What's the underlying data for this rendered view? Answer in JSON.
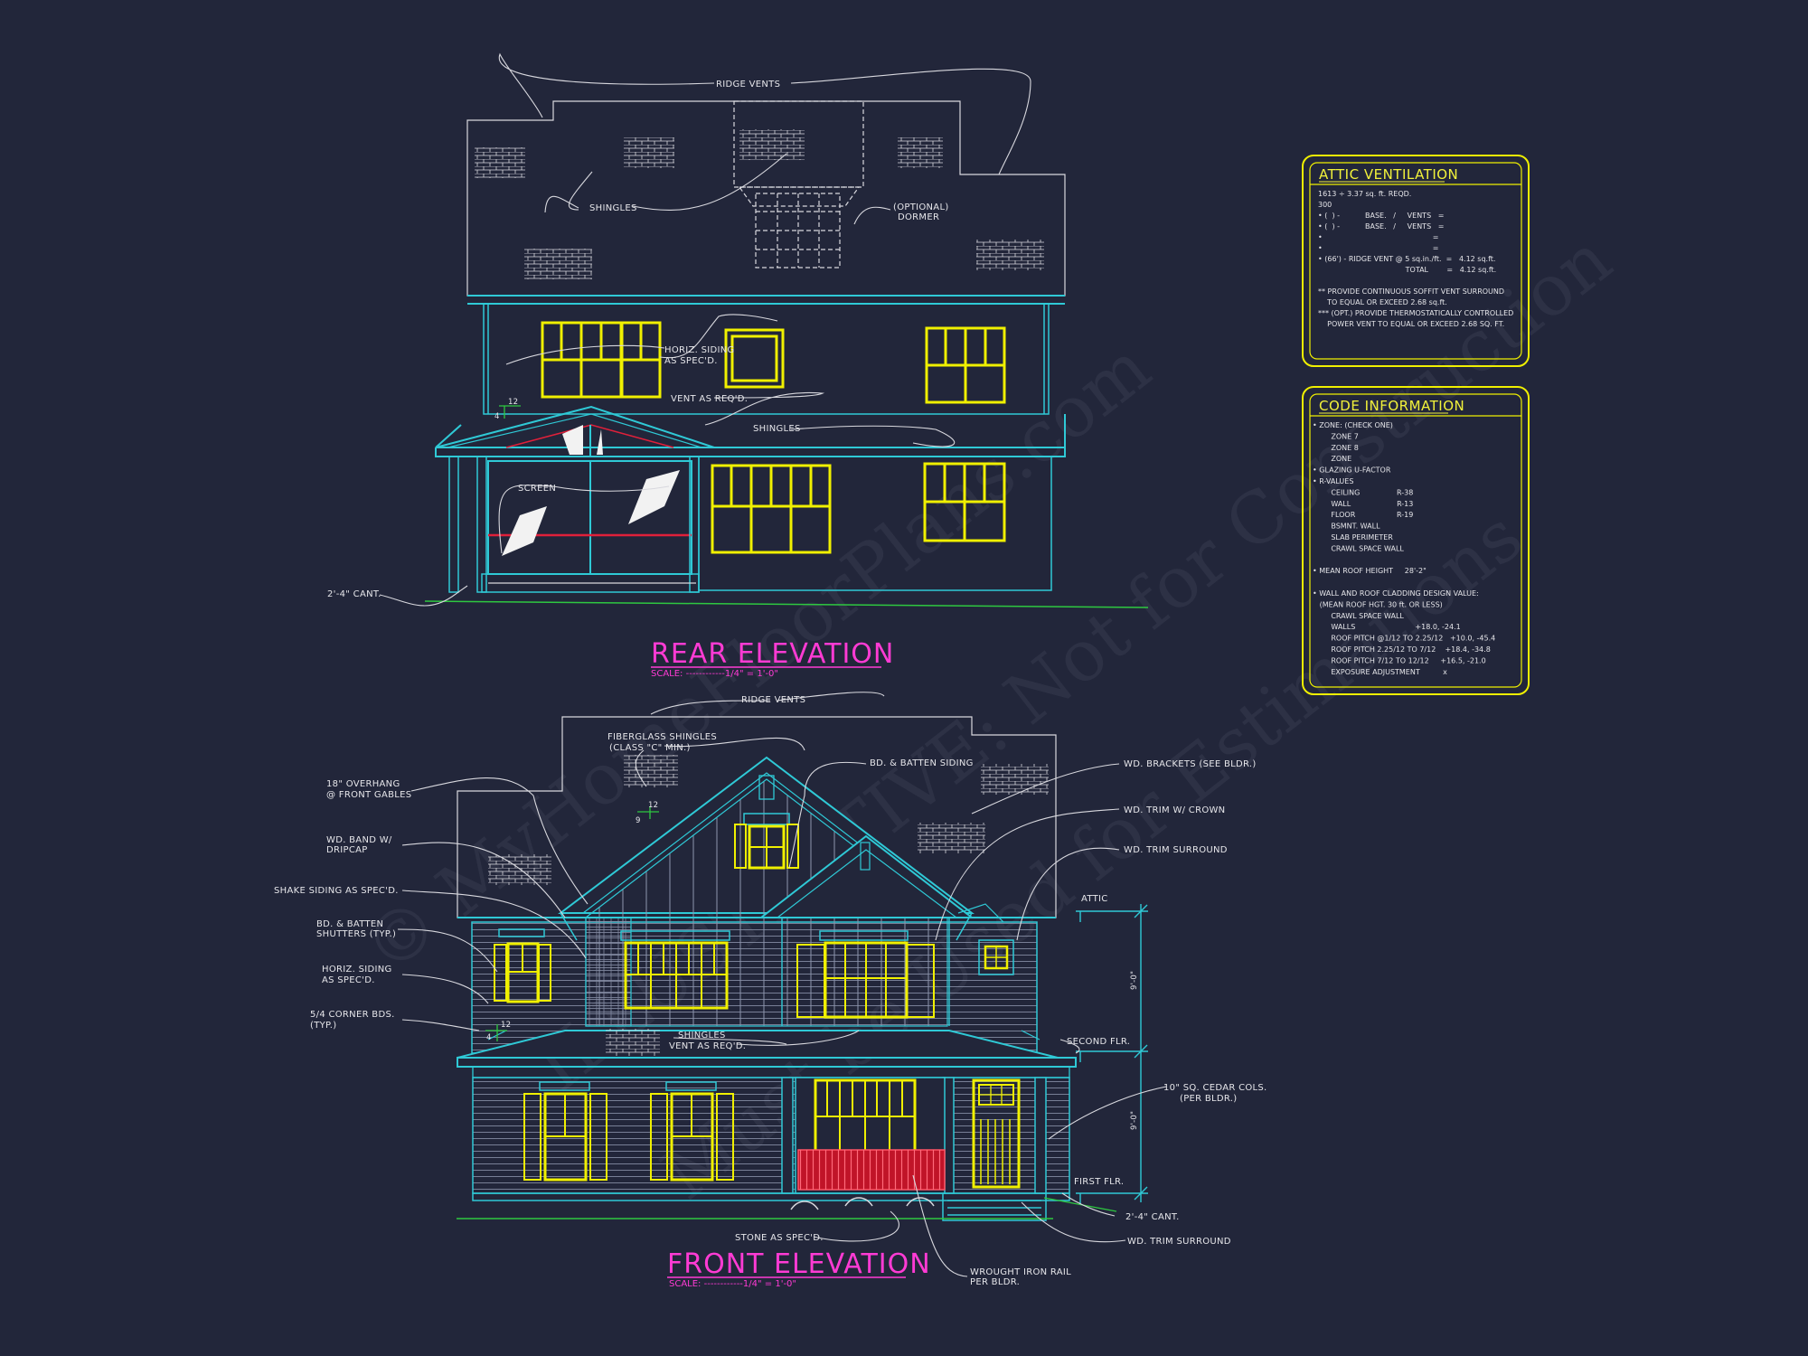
{
  "watermark": {
    "line1": "© MyHomeFloorPlans.com",
    "line2": "ILLUSTRATIVE: Not for Construction",
    "line3": "Must be Used for Estimations"
  },
  "rear": {
    "title": "REAR ELEVATION",
    "scale": "SCALE: ------------1/4\" = 1'-0\"",
    "labels": {
      "ridge_vents": "RIDGE VENTS",
      "shingles_roof": "SHINGLES",
      "dormer_1": "(OPTIONAL)",
      "dormer_2": "DORMER",
      "horiz_siding_1": "HORIZ. SIDING",
      "horiz_siding_2": "AS SPEC'D.",
      "vent": "VENT AS REQ'D.",
      "shingles_porch": "SHINGLES",
      "screen": "SCREEN",
      "cant": "2'-4\" CANT.",
      "pitch_rise": "12",
      "pitch_run": "4"
    }
  },
  "front": {
    "title": "FRONT ELEVATION",
    "scale": "SCALE: ------------1/4\" = 1'-0\"",
    "labels": {
      "ridge_vents": "RIDGE VENTS",
      "fiberglass_1": "FIBERGLASS SHINGLES",
      "fiberglass_2": "(CLASS \"C\" MIN.)",
      "bd_batten_siding": "BD. & BATTEN SIDING",
      "wd_brackets": "WD. BRACKETS (SEE BLDR.)",
      "wd_trim_crown": "WD. TRIM W/ CROWN",
      "wd_trim_surround_1": "WD. TRIM SURROUND",
      "overhang_1": "18\" OVERHANG",
      "overhang_2": "@ FRONT GABLES",
      "wd_band_1": "WD. BAND W/",
      "wd_band_2": "DRIPCAP",
      "shake": "SHAKE SIDING AS SPEC'D.",
      "bd_shutters_1": "BD. & BATTEN",
      "bd_shutters_2": "SHUTTERS (TYP.)",
      "horiz_1": "HORIZ. SIDING",
      "horiz_2": "AS SPEC'D.",
      "corner_1": "5/4 CORNER BDS.",
      "corner_2": "(TYP.)",
      "shingles": "SHINGLES",
      "vent": "VENT AS REQ'D.",
      "attic": "ATTIC",
      "second_flr": "SECOND FLR.",
      "first_flr": "FIRST FLR.",
      "dim_upper": "9'-0\"",
      "dim_lower": "9'-0\"",
      "cedar_1": "10\" SQ. CEDAR COLS.",
      "cedar_2": "(PER BLDR.)",
      "cant": "2'-4\" CANT.",
      "wd_trim_surround_2": "WD. TRIM SURROUND",
      "stone": "STONE AS SPEC'D.",
      "iron_1": "WROUGHT IRON RAIL",
      "iron_2": "PER BLDR.",
      "pitch_rise_a": "12",
      "pitch_run_a": "9",
      "pitch_rise_b": "12",
      "pitch_run_b": "4"
    }
  },
  "attic_ventilation": {
    "title": "ATTIC VENTILATION",
    "lines": [
      "1613 ÷ 3.37 sq. ft. REQD.",
      "300",
      "• (  ) -           BASE.   /     VENTS   =",
      "• (  ) -           BASE.   /     VENTS   =",
      "•                                                =",
      "•                                                =",
      "• (66') - RIDGE VENT @ 5 sq.in./ft.  =   4.12 sq.ft.",
      "                                      TOTAL        =   4.12 sq.ft.",
      "",
      "** PROVIDE CONTINUOUS SOFFIT VENT SURROUND",
      "    TO EQUAL OR EXCEED 2.68 sq.ft.",
      "*** (OPT.) PROVIDE THERMOSTATICALLY CONTROLLED",
      "    POWER VENT TO EQUAL OR EXCEED 2.68 SQ. FT."
    ]
  },
  "code_information": {
    "title": "CODE INFORMATION",
    "lines": [
      "• ZONE: (CHECK ONE)",
      "        ZONE 7",
      "        ZONE 8",
      "        ZONE",
      "• GLAZING U-FACTOR",
      "• R-VALUES",
      "        CEILING                R-38",
      "        WALL                    R-13",
      "        FLOOR                  R-19",
      "        BSMNT. WALL",
      "        SLAB PERIMETER",
      "        CRAWL SPACE WALL",
      "",
      "• MEAN ROOF HEIGHT     28'-2\"",
      "",
      "• WALL AND ROOF CLADDING DESIGN VALUE:",
      "   (MEAN ROOF HGT. 30 ft. OR LESS)",
      "        CRAWL SPACE WALL",
      "        WALLS                          +18.0, -24.1",
      "        ROOF PITCH @1/12 TO 2.25/12   +10.0, -45.4",
      "        ROOF PITCH 2.25/12 TO 7/12    +18.4, -34.8",
      "        ROOF PITCH 7/12 TO 12/12     +16.5, -21.0",
      "        EXPOSURE ADJUSTMENT          x"
    ]
  },
  "colors": {
    "background": "#22263a",
    "outline": "#d8d8de",
    "structure": "#2fc9d6",
    "window": "#f0f000",
    "title": "#ff3bd4",
    "accent_red": "#e0203a",
    "ground": "#2ec840"
  }
}
